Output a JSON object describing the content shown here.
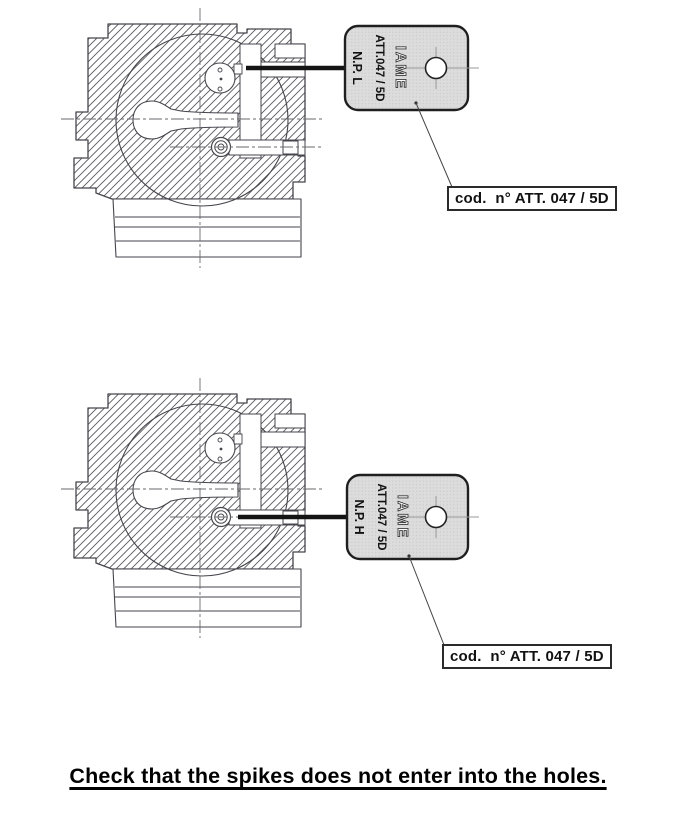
{
  "figure_top": {
    "tag": {
      "brand": "IAME",
      "code": "ATT.047 / 5D",
      "needle_position": "N.P. L"
    },
    "caption": "cod.  n° ATT. 047 / 5D",
    "spike_target": "upper hole"
  },
  "figure_bottom": {
    "tag": {
      "brand": "IAME",
      "code": "ATT.047 / 5D",
      "needle_position": "N.P. H"
    },
    "caption": "cod.  n° ATT. 047 / 5D",
    "spike_target": "lower hole"
  },
  "instruction": "Check that the spikes does not enter into the holes.",
  "colors": {
    "tag_fill": "#dcdcdc",
    "tag_border": "#1f1f1f",
    "drawing_line": "#45454c",
    "spike": "#141414"
  }
}
